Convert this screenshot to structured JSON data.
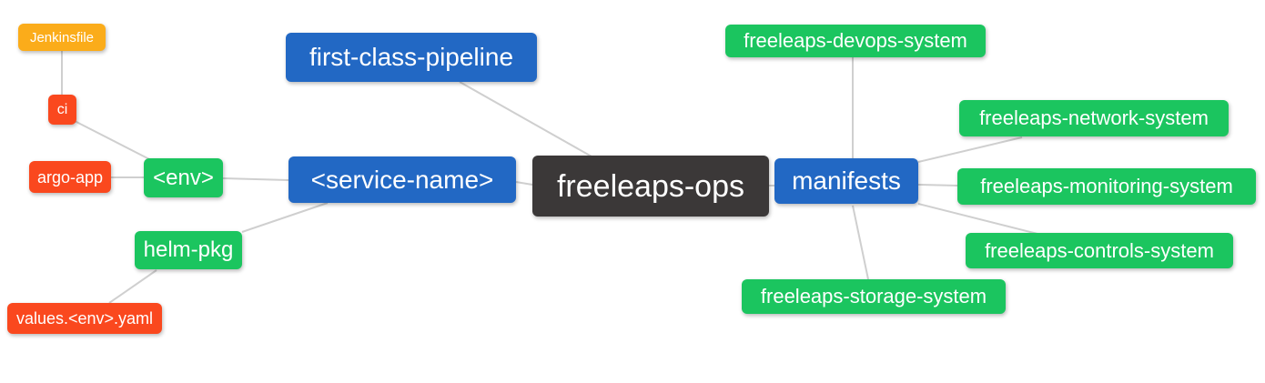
{
  "diagram": {
    "type": "mindmap",
    "root_label": "freeleaps-ops",
    "palette": {
      "blue": "#2268c4",
      "green": "#1bc55f",
      "red": "#fa481e",
      "amber": "#fbac1a",
      "dark": "#3b3838",
      "edge": "#cfcfcf",
      "background": "#ffffff",
      "node_text": "#ffffff"
    },
    "nodes": [
      {
        "id": "jenkinsfile",
        "label": "Jenkinsfile",
        "color": "amber"
      },
      {
        "id": "ci",
        "label": "ci",
        "color": "red"
      },
      {
        "id": "argo-app",
        "label": "argo-app",
        "color": "red"
      },
      {
        "id": "env",
        "label": "<env>",
        "color": "green"
      },
      {
        "id": "helm-pkg",
        "label": "helm-pkg",
        "color": "green"
      },
      {
        "id": "values-env-yaml",
        "label": "values.<env>.yaml",
        "color": "red"
      },
      {
        "id": "first-class-pipeline",
        "label": "first-class-pipeline",
        "color": "blue"
      },
      {
        "id": "service-name",
        "label": "<service-name>",
        "color": "blue"
      },
      {
        "id": "freeleaps-ops",
        "label": "freeleaps-ops",
        "color": "dark"
      },
      {
        "id": "manifests",
        "label": "manifests",
        "color": "blue"
      },
      {
        "id": "freeleaps-devops-system",
        "label": "freeleaps-devops-system",
        "color": "green"
      },
      {
        "id": "freeleaps-network-system",
        "label": "freeleaps-network-system",
        "color": "green"
      },
      {
        "id": "freeleaps-monitoring-system",
        "label": "freeleaps-monitoring-system",
        "color": "green"
      },
      {
        "id": "freeleaps-controls-system",
        "label": "freeleaps-controls-system",
        "color": "green"
      },
      {
        "id": "freeleaps-storage-system",
        "label": "freeleaps-storage-system",
        "color": "green"
      }
    ],
    "edges": [
      {
        "from": "Jenkinsfile",
        "to": "ci"
      },
      {
        "from": "ci",
        "to": "<env>"
      },
      {
        "from": "argo-app",
        "to": "<env>"
      },
      {
        "from": "<env>",
        "to": "<service-name>"
      },
      {
        "from": "helm-pkg",
        "to": "<service-name>"
      },
      {
        "from": "values.<env>.yaml",
        "to": "helm-pkg"
      },
      {
        "from": "first-class-pipeline",
        "to": "freeleaps-ops"
      },
      {
        "from": "<service-name>",
        "to": "freeleaps-ops"
      },
      {
        "from": "freeleaps-ops",
        "to": "manifests"
      },
      {
        "from": "manifests",
        "to": "freeleaps-devops-system"
      },
      {
        "from": "manifests",
        "to": "freeleaps-network-system"
      },
      {
        "from": "manifests",
        "to": "freeleaps-monitoring-system"
      },
      {
        "from": "manifests",
        "to": "freeleaps-controls-system"
      },
      {
        "from": "manifests",
        "to": "freeleaps-storage-system"
      }
    ]
  }
}
